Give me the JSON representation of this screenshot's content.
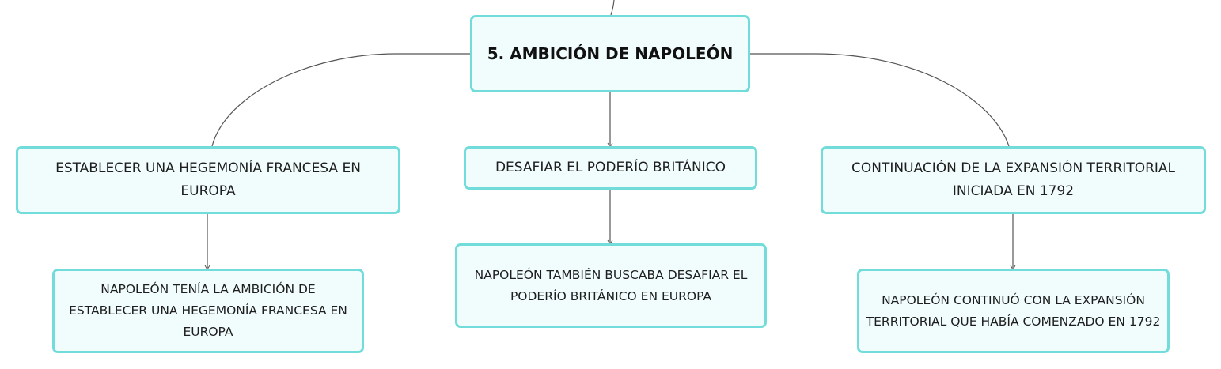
{
  "map": {
    "root": {
      "label": "5. AMBICIÓN DE NAPOLEÓN"
    },
    "topics": [
      {
        "label": "ESTABLECER UNA HEGEMONÍA FRANCESA EN EUROPA",
        "detail": "NAPOLEÓN TENÍA LA AMBICIÓN DE ESTABLECER UNA HEGEMONÍA FRANCESA EN EUROPA"
      },
      {
        "label": "DESAFIAR EL PODERÍO BRITÁNICO",
        "detail": "NAPOLEÓN TAMBIÉN BUSCABA DESAFIAR EL PODERÍO BRITÁNICO EN EUROPA"
      },
      {
        "label": "CONTINUACIÓN DE LA EXPANSIÓN TERRITORIAL INICIADA EN 1792",
        "detail": "NAPOLEÓN CONTINUÓ CON LA EXPANSIÓN TERRITORIAL QUE HABÍA COMENZADO EN 1792"
      }
    ]
  },
  "colors": {
    "node_border": "#72dcdb",
    "node_fill": "#f1fdfd",
    "connector": "#555555"
  }
}
